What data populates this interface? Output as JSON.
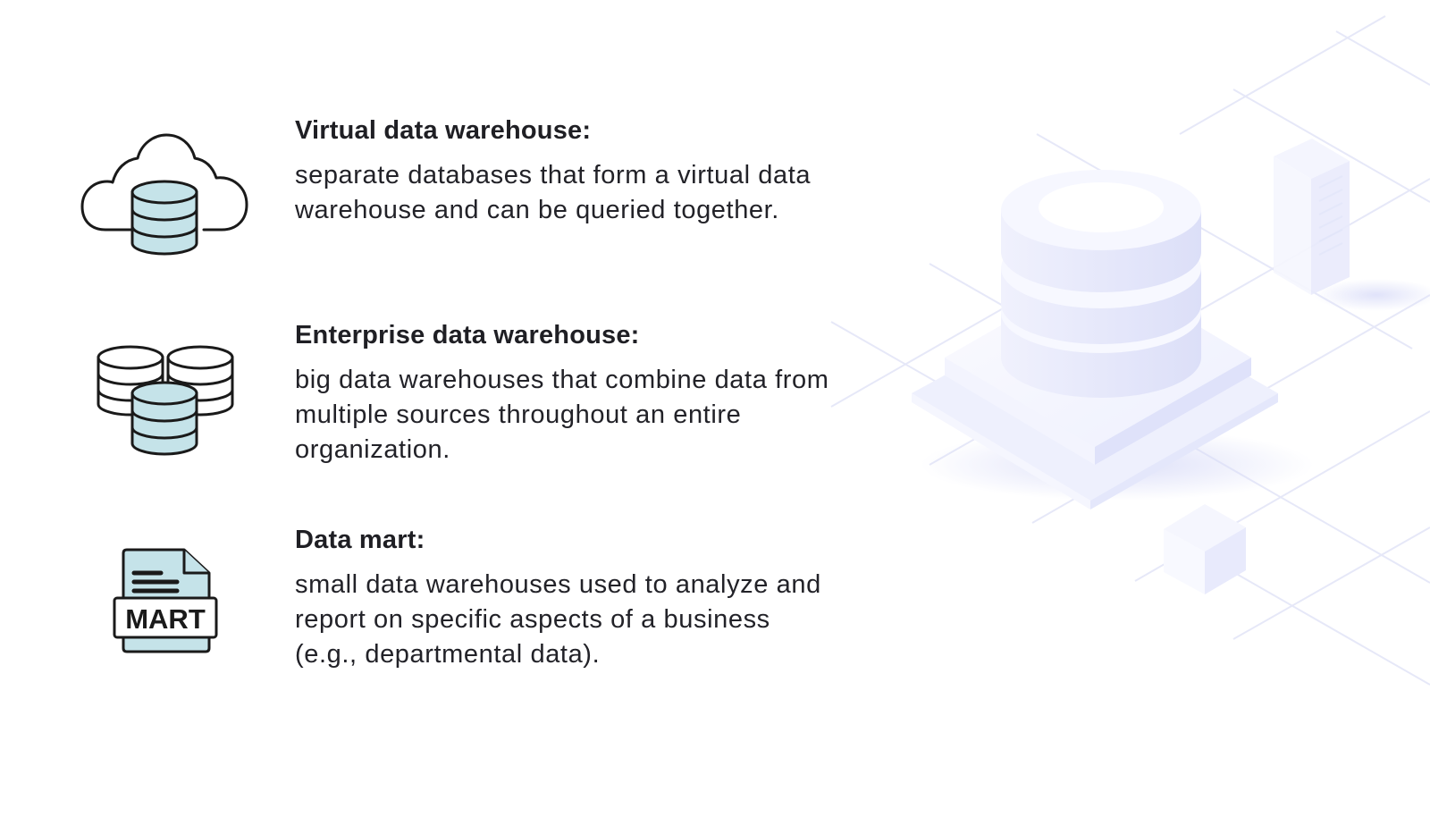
{
  "items": [
    {
      "title": "Virtual data warehouse:",
      "description": "separate databases that form a virtual data warehouse and can be queried together.",
      "icon": "cloud-database-icon"
    },
    {
      "title": "Enterprise data warehouse:",
      "description": "big data warehouses that combine data from multiple sources throughout an entire organization.",
      "icon": "multiple-databases-icon"
    },
    {
      "title": "Data mart:",
      "description": "small data warehouses used to analyze and report on specific aspects of a business (e.g., departmental data).",
      "icon": "mart-file-icon",
      "icon_label": "MART"
    }
  ],
  "illustration": {
    "icon": "isometric-database-illustration"
  },
  "colors": {
    "icon_fill": "#c5e3e9",
    "icon_stroke": "#1a1a1a",
    "text": "#222228",
    "illustration_tint": "#e4e6fb",
    "grid_lines": "#e6e8f8"
  }
}
